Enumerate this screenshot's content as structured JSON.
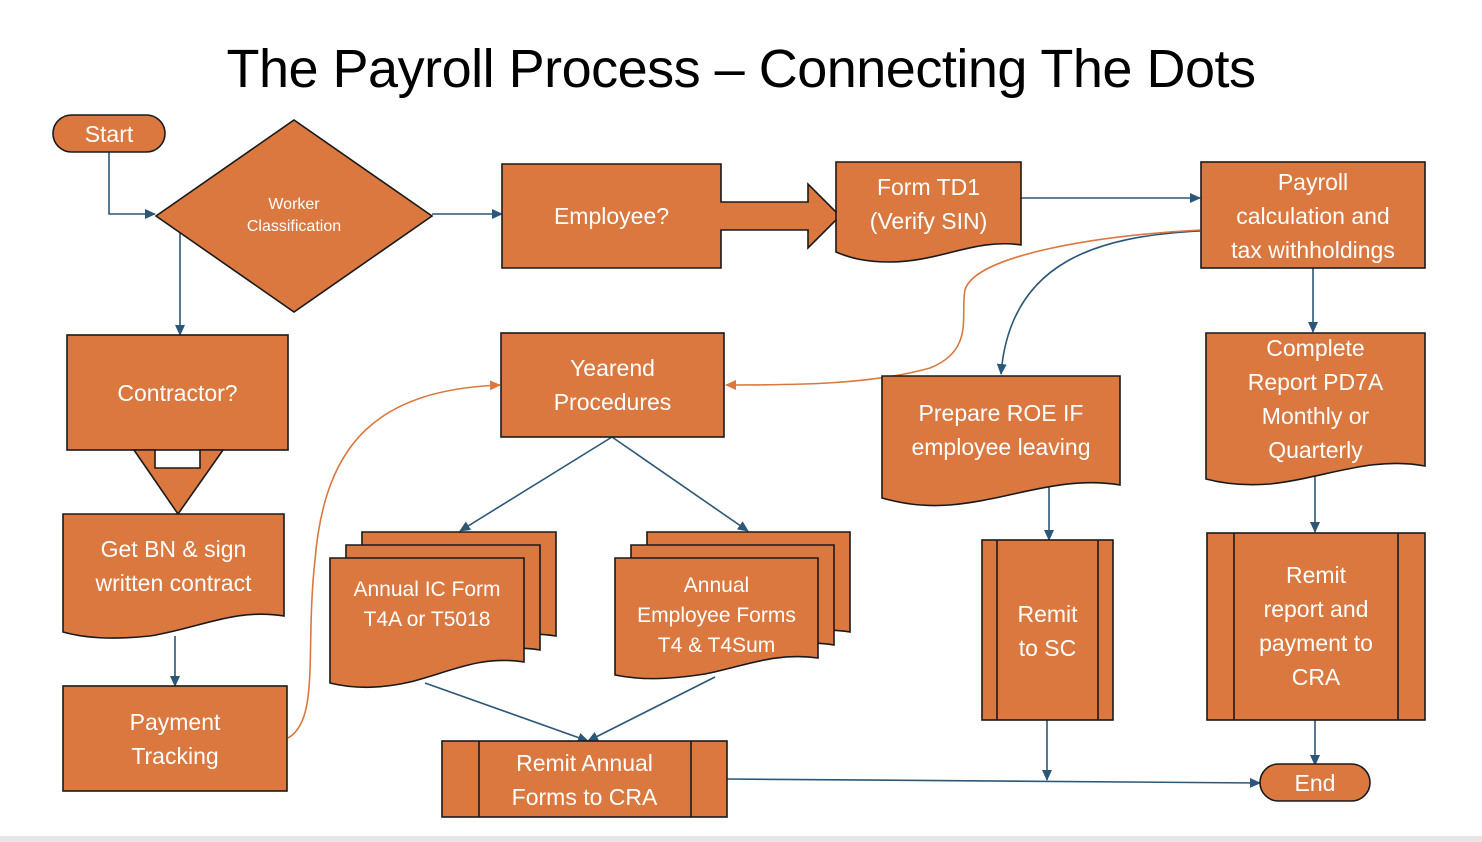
{
  "title": "The Payroll Process – Connecting The Dots",
  "colors": {
    "fill": "#DA7840",
    "stroke": "#1a1a1a",
    "arrow_blue": "#2C5778",
    "arrow_orange": "#DA7840"
  },
  "nodes": {
    "start": "Start",
    "classification": "Worker\nClassification",
    "employee": "Employee?",
    "td1": "Form TD1\n(Verify SIN)",
    "payroll": "Payroll\ncalculation and\ntax withholdings",
    "contractor": "Contractor?",
    "yearend": "Yearend\nProcedures",
    "roe": "Prepare ROE IF\nemployee leaving",
    "pd7a": "Complete\nReport PD7A\nMonthly or\nQuarterly",
    "bn": "Get BN & sign\nwritten contract",
    "ic_form": "Annual IC Form\nT4A or T5018",
    "emp_forms": "Annual\nEmployee Forms\nT4 & T4Sum",
    "remit_sc": "Remit\nto SC",
    "remit_cra": "Remit\nreport and\npayment to\nCRA",
    "payment_tracking": "Payment\nTracking",
    "remit_annual": "Remit Annual\nForms to CRA",
    "end": "End"
  }
}
